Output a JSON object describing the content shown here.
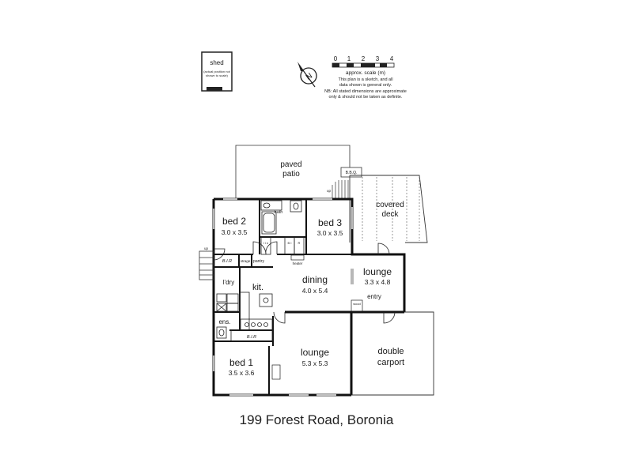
{
  "shed": {
    "label": "shed",
    "note_line1": "(actual position not",
    "note_line2": "shown to scale)"
  },
  "scale": {
    "ticks": [
      "0",
      "1",
      "2",
      "3",
      "4"
    ],
    "label": "approx. scale (m)",
    "north": "N",
    "disclaimer_line1": "This plan is a sketch, and all",
    "disclaimer_line2": "data shown is general only.",
    "disclaimer_line3": "NB: All stated dimensions are approximate",
    "disclaimer_line4": "only & should not be taken as definite."
  },
  "rooms": {
    "patio": {
      "line1": "paved",
      "line2": "patio"
    },
    "bbq": "B.B.Q.",
    "up_patio": "up",
    "deck": {
      "line1": "covered",
      "line2": "deck"
    },
    "bed2": {
      "name": "bed 2",
      "dims": "3.0 x 3.5"
    },
    "bath": "bath",
    "bed3": {
      "name": "bed 3",
      "dims": "3.0 x 3.5"
    },
    "lounge_upper": {
      "name": "lounge",
      "dims": "3.3 x 4.8"
    },
    "dining": {
      "name": "dining",
      "dims": "4.0 x 5.4"
    },
    "kitchen": "kit.",
    "laundry": "l'dry",
    "ensuite": "ens.",
    "bir_left": "B.I.R",
    "bir_bed1": "B.I.R",
    "storage": "strage",
    "pantry": "pantry",
    "heater": "heater",
    "entry": "entry",
    "wood": "wood",
    "up_side": "up",
    "bed1": {
      "name": "bed 1",
      "dims": "3.5 x 3.6"
    },
    "lounge_lower": {
      "name": "lounge",
      "dims": "5.3 x 5.3"
    },
    "carport": {
      "line1": "double",
      "line2": "carport"
    },
    "linen": "l\ni\nn",
    "bir_small": "B\nI\nR"
  },
  "address": "199 Forest Road, Boronia"
}
